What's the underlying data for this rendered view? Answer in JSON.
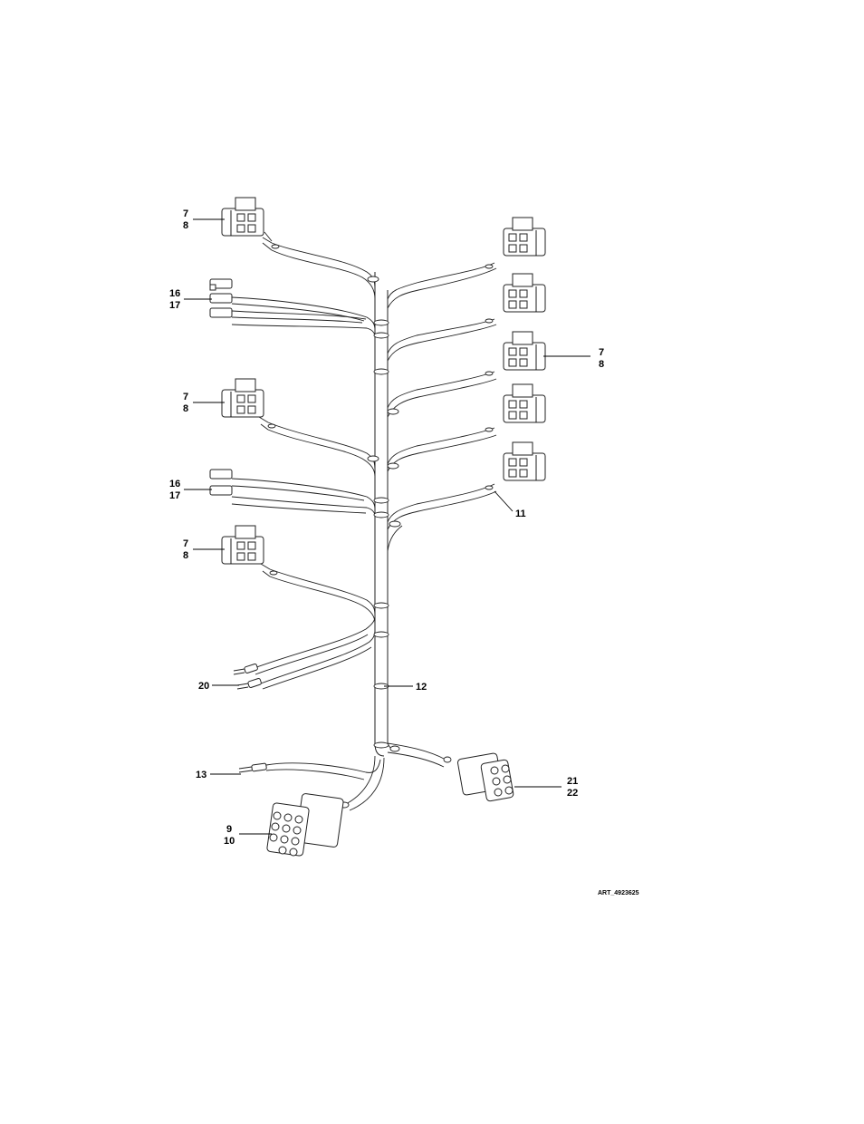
{
  "diagram": {
    "art_number": "ART_4923625",
    "callouts": [
      {
        "id": "c-top-left-connector",
        "lines": [
          "7",
          "8"
        ]
      },
      {
        "id": "c-top-left-terminals",
        "lines": [
          "16",
          "17"
        ]
      },
      {
        "id": "c-right-connector",
        "lines": [
          "7",
          "8"
        ]
      },
      {
        "id": "c-mid-left-connector",
        "lines": [
          "7",
          "8"
        ]
      },
      {
        "id": "c-mid-left-terminals",
        "lines": [
          "16",
          "17"
        ]
      },
      {
        "id": "c-right-bottom-cable",
        "lines": [
          "11"
        ]
      },
      {
        "id": "c-low-left-connector",
        "lines": [
          "7",
          "8"
        ]
      },
      {
        "id": "c-ring-terminals",
        "lines": [
          "20"
        ]
      },
      {
        "id": "c-trunk-clip",
        "lines": [
          "12"
        ]
      },
      {
        "id": "c-single-terminal",
        "lines": [
          "13"
        ]
      },
      {
        "id": "c-right-round-connector",
        "lines": [
          "21",
          "22"
        ]
      },
      {
        "id": "c-main-round-connector",
        "lines": [
          "9",
          "10"
        ]
      }
    ]
  }
}
